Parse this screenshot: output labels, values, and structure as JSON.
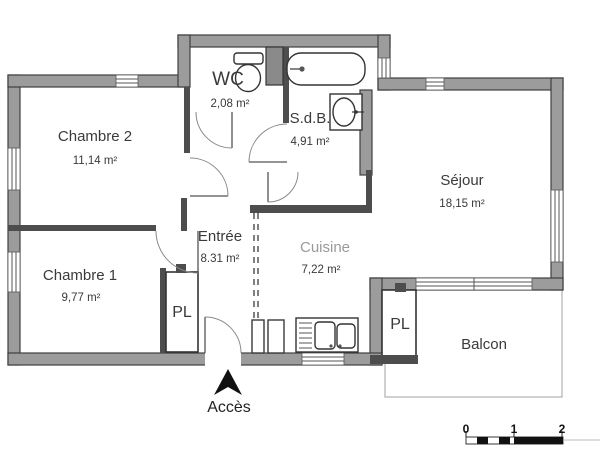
{
  "colors": {
    "wall_fill": "#9c9c9c",
    "wall_stroke": "#3f3f3f",
    "partition": "#4d4d4d",
    "text": "#3a3a3a",
    "muted_text": "#9a9a9a",
    "balcony_outline": "#b0b0b0",
    "scale_black": "#111111"
  },
  "rooms": {
    "chambre2": {
      "name": "Chambre 2",
      "area": "11,14 m²"
    },
    "wc": {
      "name": "WC",
      "area": "2,08 m²"
    },
    "sdb": {
      "name": "S.d.B.",
      "area": "4,91 m²"
    },
    "sejour": {
      "name": "Séjour",
      "area": "18,15 m²"
    },
    "entree": {
      "name": "Entrée",
      "area": "8.31 m²"
    },
    "cuisine": {
      "name": "Cuisine",
      "area": "7,22 m²"
    },
    "chambre1": {
      "name": "Chambre 1",
      "area": "9,77 m²"
    },
    "balcon": {
      "name": "Balcon"
    },
    "pl_entree": {
      "name": "PL"
    },
    "pl_balcon": {
      "name": "PL"
    }
  },
  "annotations": {
    "access_label": "Accès"
  },
  "scale_bar": {
    "ticks": [
      "0",
      "1",
      "2"
    ]
  },
  "icons": [
    "toilet-icon",
    "bathtub-icon",
    "washbasin-icon",
    "kitchen-sink-icon",
    "access-arrow-icon"
  ]
}
